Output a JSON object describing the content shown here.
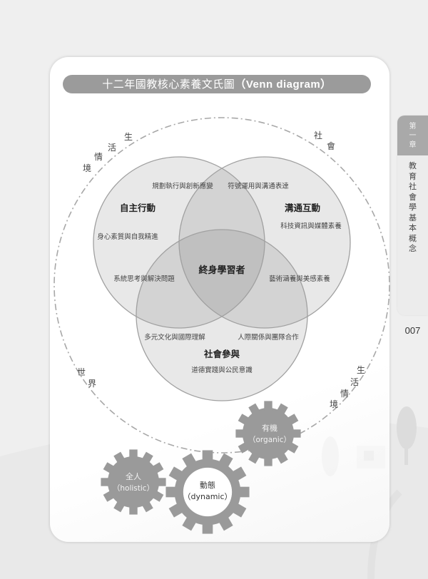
{
  "title": {
    "chinese": "十二年國教核心素養文氏圖",
    "english": "（Venn diagram）"
  },
  "outer_ring_labels": {
    "top_left": [
      "生",
      "活",
      "情",
      "境"
    ],
    "top_right": [
      "社",
      "會"
    ],
    "bottom_left": [
      "世",
      "界"
    ],
    "bottom_right": [
      "生",
      "活",
      "情",
      "境"
    ]
  },
  "venn": {
    "center": "終身學習者",
    "circles": [
      {
        "name": "自主行動",
        "items": [
          "身心素質與自我精進",
          "系統思考與解決問題",
          "規劃執行與創新應變"
        ]
      },
      {
        "name": "溝通互動",
        "items": [
          "符號運用與溝通表達",
          "科技資訊與媒體素養",
          "藝術涵養與美感素養"
        ]
      },
      {
        "name": "社會參與",
        "items": [
          "道德實踐與公民意識",
          "人際關係與團隊合作",
          "多元文化與國際理解"
        ]
      }
    ],
    "fill_colors": {
      "single": "#e6e6e6",
      "double": "#cfcfcf",
      "triple": "#bdbdbd",
      "stroke": "#9a9a9a"
    }
  },
  "gears": [
    {
      "zh": "全人",
      "en": "（holistic）"
    },
    {
      "zh": "動態",
      "en": "（dynamic）"
    },
    {
      "zh": "有機",
      "en": "（organic）"
    }
  ],
  "side_tab": {
    "chapter": [
      "第",
      "一",
      "章"
    ],
    "chapter_title": [
      "教",
      "育",
      "社",
      "會",
      "學",
      "基",
      "本",
      "概",
      "念"
    ]
  },
  "page_number": "007",
  "colors": {
    "gear": "#9a9a9a",
    "pill": "#9b9b9b",
    "page_bg": "#efefef"
  }
}
